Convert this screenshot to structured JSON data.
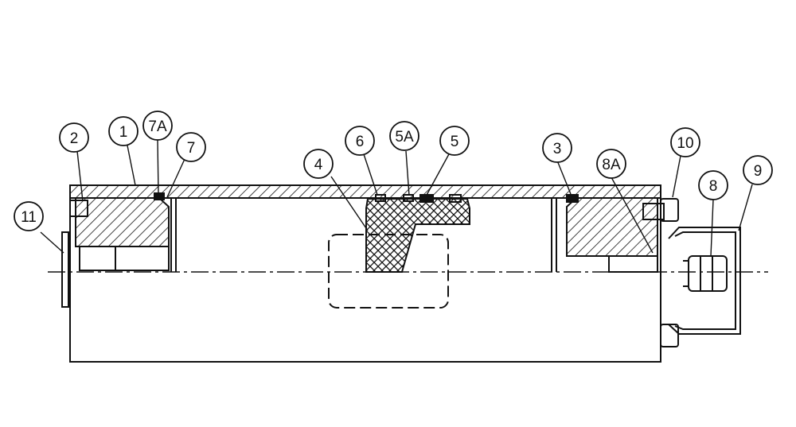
{
  "diagram": {
    "callouts": [
      {
        "id": "c2",
        "label": "2"
      },
      {
        "id": "c1",
        "label": "1"
      },
      {
        "id": "c7a",
        "label": "7A"
      },
      {
        "id": "c7",
        "label": "7"
      },
      {
        "id": "c11",
        "label": "11"
      },
      {
        "id": "c4",
        "label": "4"
      },
      {
        "id": "c6",
        "label": "6"
      },
      {
        "id": "c5a",
        "label": "5A"
      },
      {
        "id": "c5",
        "label": "5"
      },
      {
        "id": "c3",
        "label": "3"
      },
      {
        "id": "c8a",
        "label": "8A"
      },
      {
        "id": "c10",
        "label": "10"
      },
      {
        "id": "c8",
        "label": "8"
      },
      {
        "id": "c9",
        "label": "9"
      }
    ],
    "colors": {
      "line": "#111111",
      "background": "#ffffff"
    }
  }
}
